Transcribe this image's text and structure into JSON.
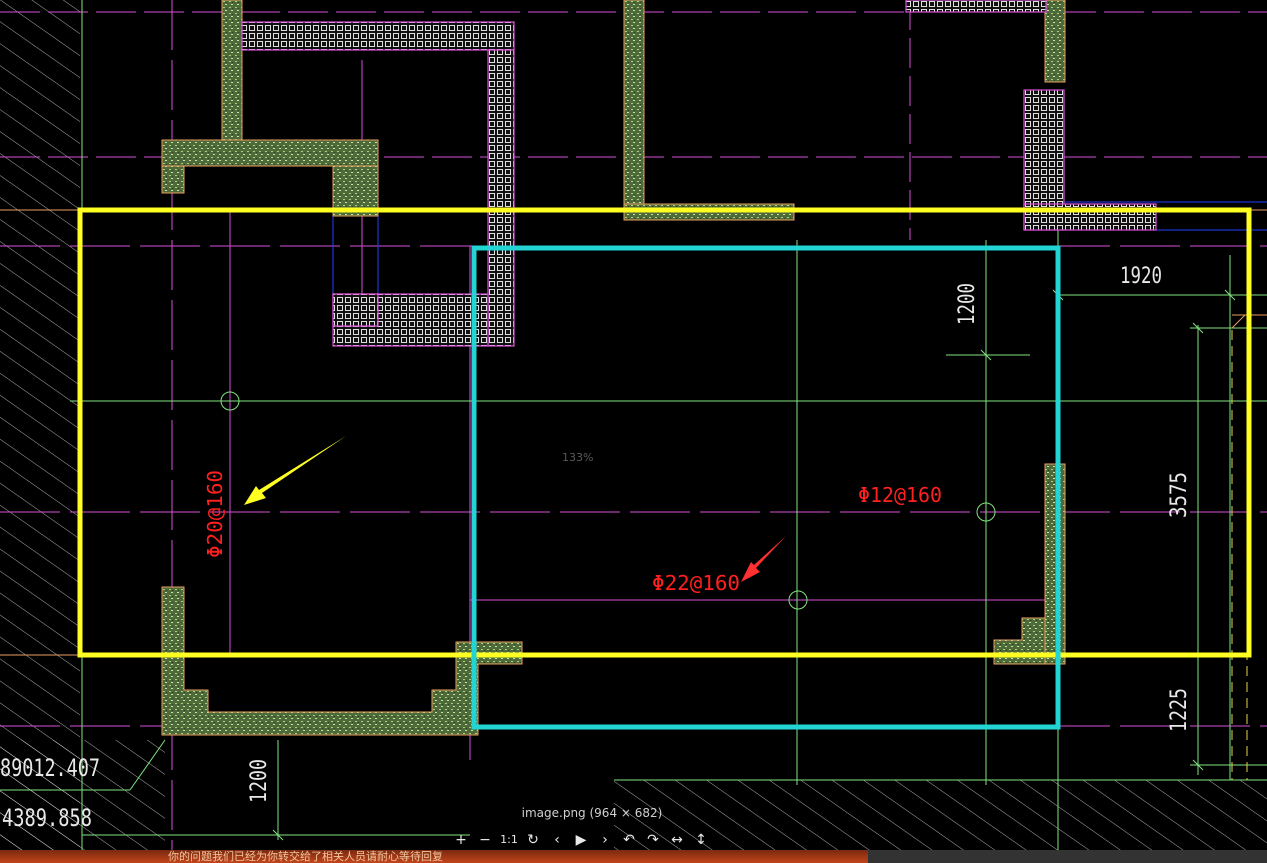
{
  "viewer": {
    "caption": "image.png (964 × 682)",
    "zoom_label": "133%",
    "toolbar": [
      {
        "name": "zoom-in-button",
        "glyph": "+"
      },
      {
        "name": "zoom-out-button",
        "glyph": "−"
      },
      {
        "name": "actual-size-button",
        "glyph": "1:1"
      },
      {
        "name": "reset-button",
        "glyph": "↻"
      },
      {
        "name": "previous-button",
        "glyph": "‹"
      },
      {
        "name": "play-button",
        "glyph": "▶"
      },
      {
        "name": "next-button",
        "glyph": "›"
      },
      {
        "name": "rotate-left-button",
        "glyph": "↶"
      },
      {
        "name": "rotate-right-button",
        "glyph": "↷"
      },
      {
        "name": "flip-horizontal-button",
        "glyph": "↔"
      },
      {
        "name": "flip-vertical-button",
        "glyph": "↕"
      }
    ],
    "bottom_strip_text": "你的问题我们已经为你转交给了相关人员请耐心等待回复"
  },
  "drawing": {
    "dimensions": {
      "d1920": "1920",
      "d1200_top": "1200",
      "d3575": "3575",
      "d1225": "1225",
      "d1200_bottom": "1200"
    },
    "rebar_labels": {
      "left": "Φ20@160",
      "center": "Φ22@160",
      "right": "Φ12@160"
    },
    "coordinates": {
      "x": "89012.407",
      "y": "4389.858"
    },
    "colors": {
      "highlight_yellow": "#ffff22",
      "highlight_cyan": "#22d4d4",
      "rebar_red": "#ff2020",
      "axis_green": "#7fe67f",
      "magenta": "#d94fd9"
    }
  }
}
